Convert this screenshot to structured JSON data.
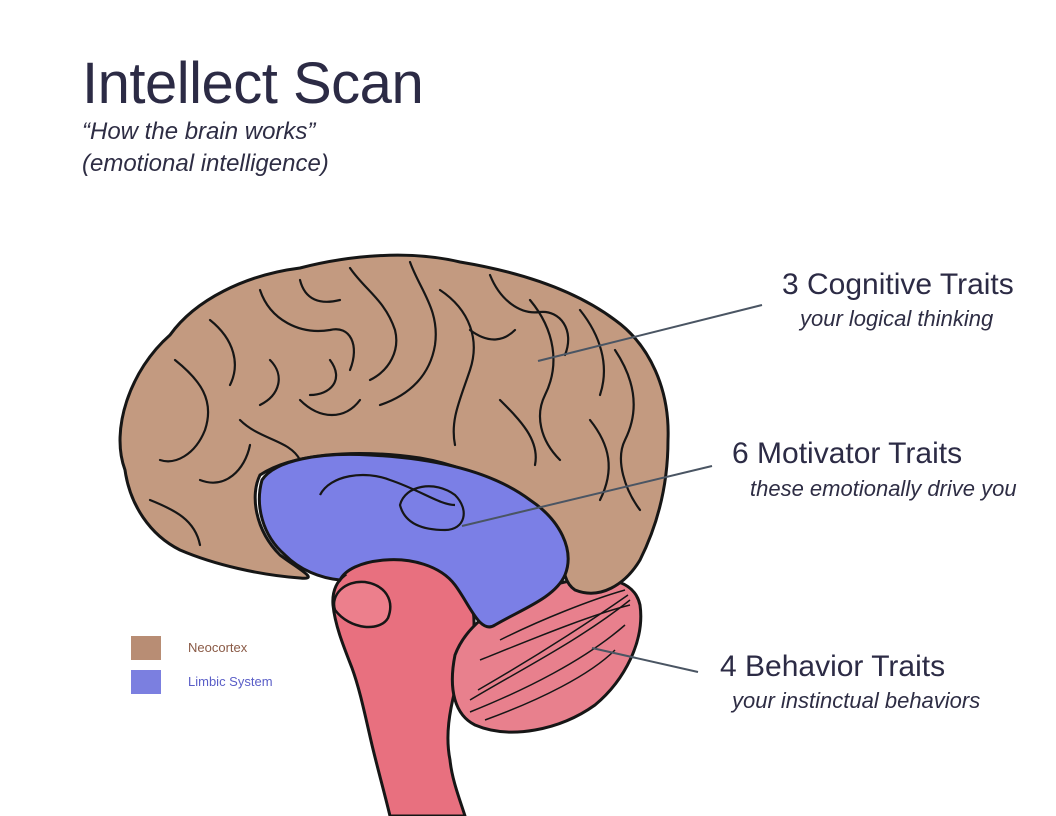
{
  "header": {
    "title": "Intellect Scan",
    "subtitle_line1": "“How the brain works”",
    "subtitle_line2": "(emotional intelligence)"
  },
  "callouts": [
    {
      "title": "3 Cognitive Traits",
      "description": "your logical thinking"
    },
    {
      "title": "6 Motivator Traits",
      "description": "these emotionally drive you"
    },
    {
      "title": "4 Behavior Traits",
      "description": "your instinctual behaviors"
    }
  ],
  "legend": [
    {
      "label": "Neocortex",
      "color": "#b88d74",
      "text_color": "#8a5a46"
    },
    {
      "label": "Limbic System",
      "color": "#7b7fe0",
      "text_color": "#5a5ec7"
    }
  ],
  "colors": {
    "neocortex": "#c39a80",
    "limbic": "#7b7fe6",
    "brainstem": "#e7707f",
    "cerebellum": "#e8808d",
    "outline": "#161616",
    "pointer": "#4a5563"
  }
}
